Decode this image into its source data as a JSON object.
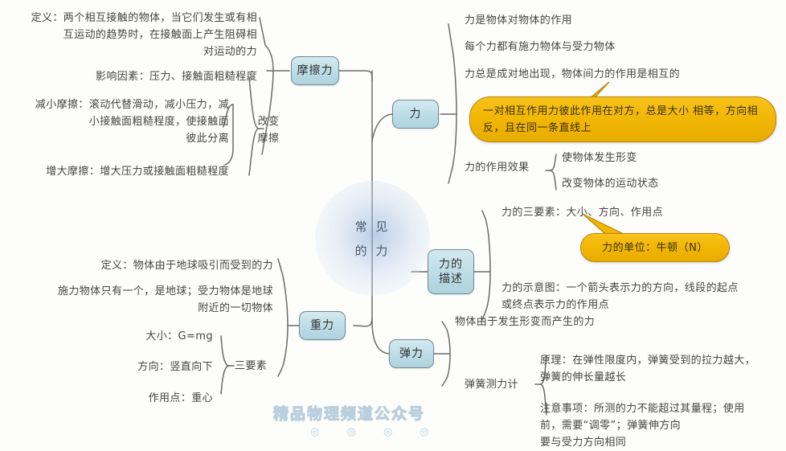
{
  "center": {
    "line1": "常 见",
    "line2": "的 力"
  },
  "nodes": {
    "friction": "摩擦力",
    "force": "力",
    "description": "力的\n描述",
    "gravity": "重力",
    "elastic": "弹力"
  },
  "friction_branch": {
    "definition": "定义：两个相互接触的物体，当它们发生或有相\n互运动的趋势时，在接触面上产生阻碍相\n对运动的力",
    "factors": "影响因素：压力、接触面粗糙程度",
    "reduce": "减小摩擦：滚动代替滑动，减小压力，减\n小接触面粗糙程度，使接触面\n彼此分离",
    "increase": "增大摩擦：增大压力或接触面粗糙程度",
    "group_label": "改变\n摩擦"
  },
  "force_branch": {
    "item1": "力是物体对物体的作用",
    "item2": "每个力都有施力物体与受力物体",
    "item3": "力总是成对地出现，物体间力的作用是相互的",
    "callout": "一对相互作用力彼此作用在对方，总是大小\n相等，方向相反，且在同一条直线上",
    "effect_label": "力的作用效果",
    "effect1": "使物体发生形变",
    "effect2": "改变物体的运动状态"
  },
  "description_branch": {
    "three_elements": "力的三要素：大小、方向、作用点",
    "callout": "力的单位：牛顿（N）",
    "diagram": "力的示意图：一个箭头表示力的方向，线段的起点\n或终点表示力的作用点"
  },
  "gravity_branch": {
    "definition": "定义：物体由于地球吸引而受到的力",
    "bodies": "施力物体只有一个，是地球；受力物体是地球\n附近的一切物体",
    "magnitude": "大小：G=mg",
    "direction": "方向：竖直向下",
    "point": "作用点：重心",
    "group_label": "三要素"
  },
  "elastic_branch": {
    "definition": "物体由于发生形变而产生的力",
    "meter_label": "弹簧测力计",
    "principle": "原理：在弹性限度内，弹簧受到的拉力越大，\n弹簧的伸长量越长",
    "notes": "注意事项：所测的力不能超过其量程；使用\n前，需要“调零”；弹簧伸方向\n要与受力方向相同"
  },
  "watermark": {
    "text": "精品物理频道公众号",
    "dots": "◎ ◎ ◎ ◎"
  },
  "colors": {
    "node_fill": "#bcdce6",
    "node_border": "#6e8a95",
    "callout_fill": "#f2b705",
    "callout_border": "#b8860b",
    "link": "#6b6b6b",
    "center_blue": "#96afd7",
    "watermark": "#b9cfdd"
  }
}
